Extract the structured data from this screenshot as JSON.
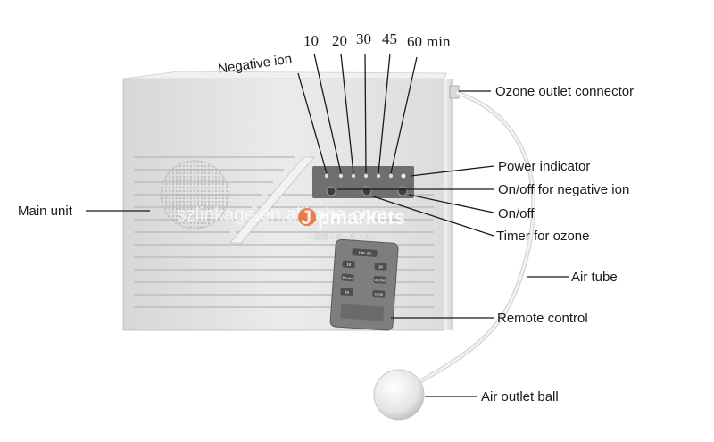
{
  "labels": {
    "negative_ion": "Negative ion",
    "timer_10": "10",
    "timer_20": "20",
    "timer_30": "30",
    "timer_45": "45",
    "timer_60": "60",
    "timer_unit": "min",
    "ozone_outlet": "Ozone outlet connector",
    "power_indicator": "Power indicator",
    "onoff_negative": "On/off for negative ion",
    "onoff": "On/off",
    "timer_ozone": "Timer for ozone",
    "main_unit": "Main unit",
    "air_tube": "Air tube",
    "remote_control": "Remote control",
    "air_outlet_ball": "Air outlet ball"
  },
  "watermark": {
    "site": "szlinkage.en.alibaba.com",
    "brand_j": "J",
    "brand_rest": "pmarkets",
    "tagline": "—開放・節・仕入れ—"
  },
  "remote_buttons": [
    "ION ON",
    "10",
    "30",
    "Power",
    "Ozone",
    "60",
    "STOP"
  ],
  "colors": {
    "device_body": "#e6e6e6",
    "device_shadow": "#bdbdbd",
    "panel": "#6f6f6f",
    "remote": "#7e7e7e",
    "line": "#1a1a1a",
    "brand_accent": "#e8662b"
  }
}
